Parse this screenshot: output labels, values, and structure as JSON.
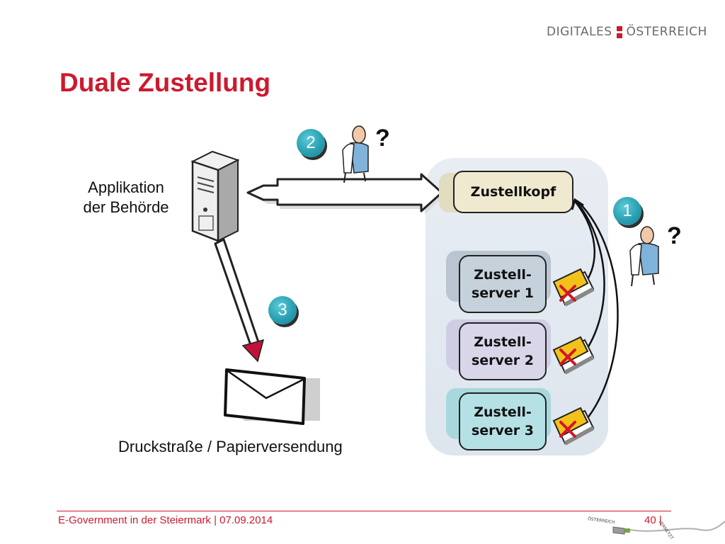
{
  "header": {
    "brand_left": "DIGITALES",
    "brand_right": "ÖSTERREICH"
  },
  "title": "Duale Zustellung",
  "labels": {
    "app_line1": "Applikation",
    "app_line2": "der Behörde",
    "print": "Druckstraße / Papierversendung"
  },
  "badges": {
    "one": "1",
    "two": "2",
    "three": "3"
  },
  "question_mark": "?",
  "boxes": {
    "zustellkopf": "Zustellkopf",
    "server1_line1": "Zustell-",
    "server1_line2": "server 1",
    "server2_line1": "Zustell-",
    "server2_line2": "server 2",
    "server3_line1": "Zustell-",
    "server3_line2": "server 3"
  },
  "footer": {
    "text": "E-Government in der Steiermark | 07.09.2014",
    "page": "40 |",
    "logo_text_top": "ÖSTERREICH",
    "logo_text_side": "VERNETZT"
  },
  "colors": {
    "accent_red": "#cc1a2e",
    "badge_teal": "#2a9fb2",
    "folder_yellow": "#f2c21b"
  },
  "icons": [
    "server-tower-icon",
    "person-icon",
    "envelope-icon",
    "folder-icon",
    "cross-icon",
    "double-arrow-icon",
    "network-cable-icon"
  ]
}
